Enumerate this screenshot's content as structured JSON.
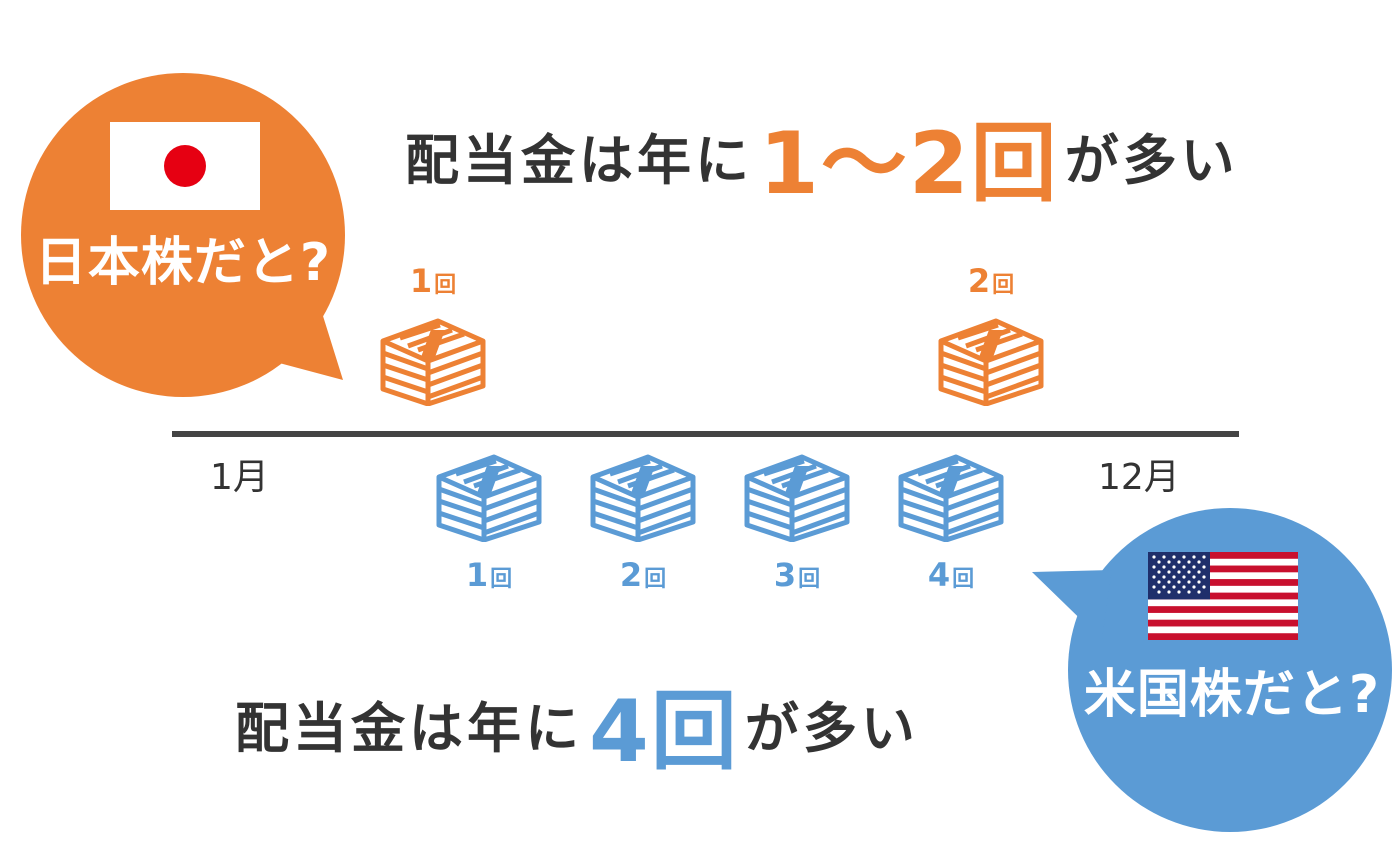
{
  "jp": {
    "color": "#ed8134",
    "bubble_label": "日本株だと?",
    "headline_prefix": "配当金は年に",
    "headline_highlight": "1〜2回",
    "headline_suffix": "が多い",
    "payments": [
      {
        "label": "1",
        "unit": "回"
      },
      {
        "label": "2",
        "unit": "回"
      }
    ]
  },
  "us": {
    "color": "#5b9bd5",
    "bubble_label": "米国株だと?",
    "headline_prefix": "配当金は年に",
    "headline_highlight": "4回",
    "headline_suffix": "が多い",
    "payments": [
      {
        "label": "1",
        "unit": "回"
      },
      {
        "label": "2",
        "unit": "回"
      },
      {
        "label": "3",
        "unit": "回"
      },
      {
        "label": "4",
        "unit": "回"
      }
    ]
  },
  "timeline": {
    "start_label": "1月",
    "end_label": "12月",
    "line_color": "#444444"
  },
  "icons": {
    "jp_flag": "japan-flag-icon",
    "us_flag": "us-flag-icon",
    "money": "money-stack-icon"
  }
}
